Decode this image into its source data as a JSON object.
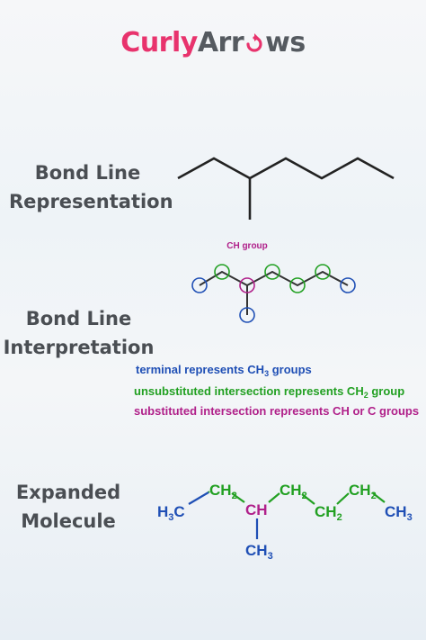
{
  "logo": {
    "part1": "Curly",
    "part2": "Arr",
    "part3": "ws"
  },
  "sections": {
    "bond_line": {
      "line1": "Bond Line",
      "line2": "Representation"
    },
    "interpretation": {
      "line1": "Bond Line",
      "line2": "Interpretation"
    },
    "expanded": {
      "line1": "Expanded",
      "line2": "Molecule"
    }
  },
  "interpretation_label": "CH group",
  "legend": {
    "terminal": {
      "pre": "terminal represents CH",
      "sub": "3",
      "post": " groups"
    },
    "unsubstituted": {
      "pre": "unsubstituted intersection represents CH",
      "sub": "2",
      "post": " group"
    },
    "substituted": {
      "text": "substituted intersection represents CH or C groups"
    }
  },
  "expanded_labels": {
    "h3c": "H3C",
    "ch2_a": "CH2",
    "ch": "CH",
    "ch2_b": "CH2",
    "ch2_c": "CH2",
    "ch2_d": "CH2",
    "ch3_end": "CH3",
    "ch3_branch": "CH3"
  },
  "colors": {
    "brand": "#e8336d",
    "gray": "#555a60",
    "terminal": "#1f4fb5",
    "unsubstituted": "#22a022",
    "substituted": "#b0208a"
  }
}
